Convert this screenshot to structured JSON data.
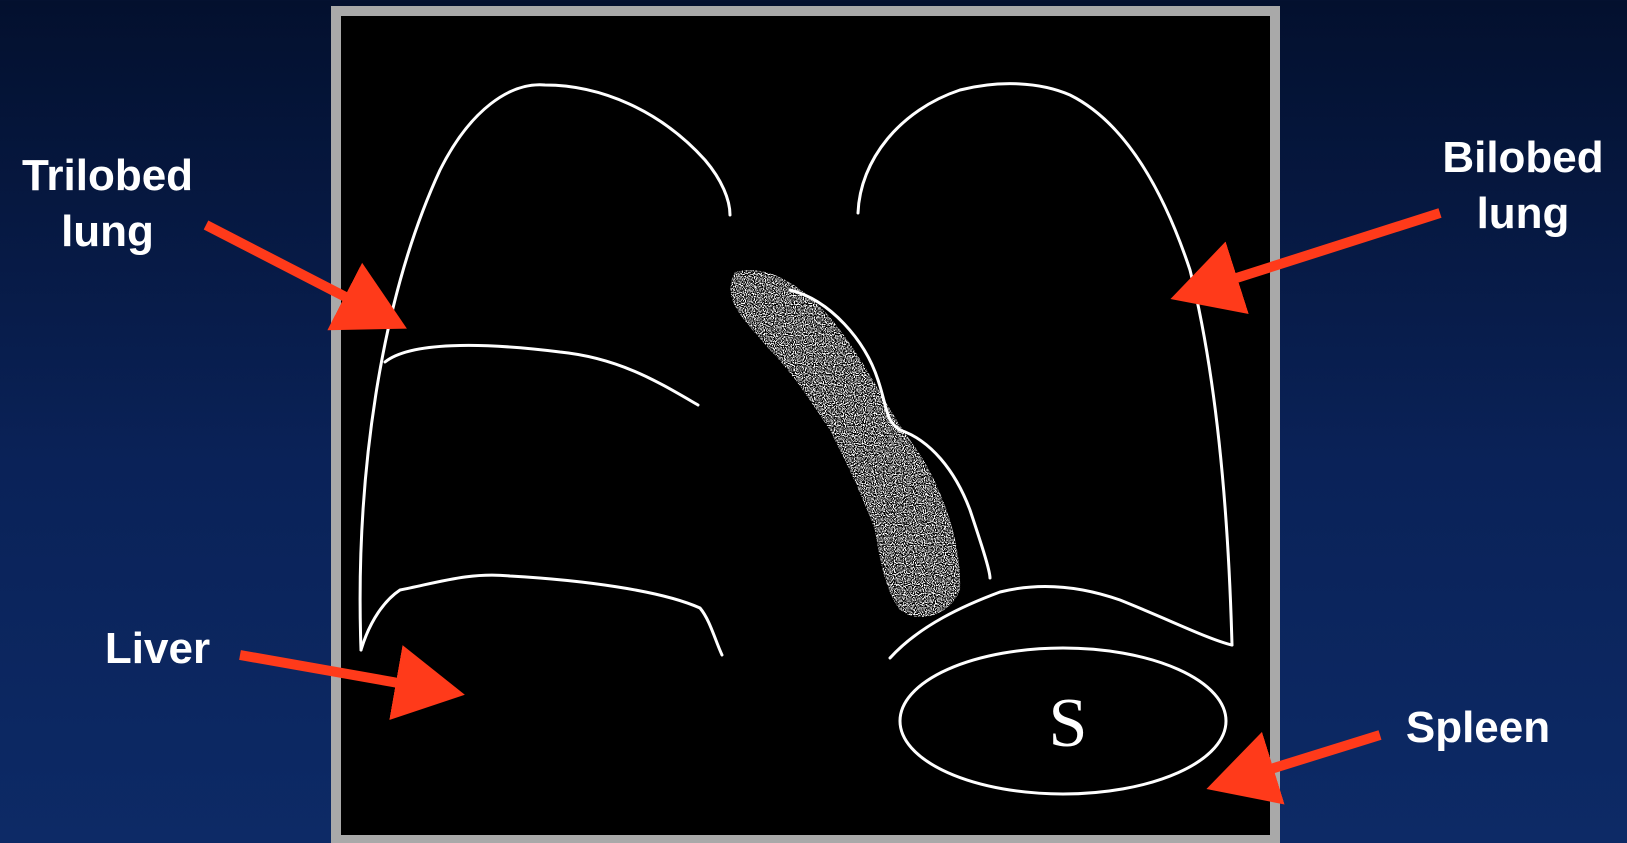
{
  "labels": {
    "trilobed": {
      "line1": "Trilobed",
      "line2": "lung"
    },
    "bilobed": {
      "line1": "Bilobed",
      "line2": "lung"
    },
    "liver": "Liver",
    "spleen": "Spleen"
  },
  "diagram": {
    "spleen_marker": "S"
  },
  "colors": {
    "arrow": "#ff3a1a",
    "outline": "#ffffff",
    "frame_border": "#a9a9a9",
    "diagram_background": "#000000",
    "page_background": "#0a2258"
  }
}
